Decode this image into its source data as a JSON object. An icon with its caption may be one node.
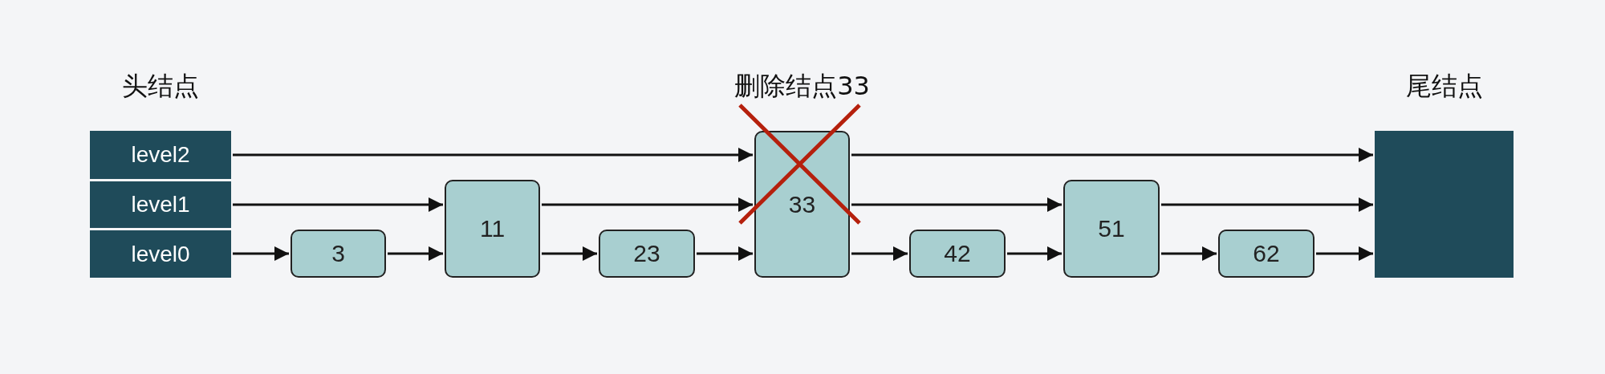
{
  "diagram": {
    "nodes": [
      {
        "text": [
          "level2"
        ]
      },
      {
        "text": [
          "level1"
        ]
      },
      {
        "text": [
          "level0"
        ]
      },
      {
        "text": [
          "3"
        ]
      },
      {
        "text": [
          "11"
        ]
      },
      {
        "text": [
          "23"
        ]
      },
      {
        "text": [
          "33"
        ],
        "beside": [
          "删除结点33"
        ]
      },
      {
        "text": [
          "42"
        ]
      },
      {
        "text": [
          "51"
        ]
      },
      {
        "text": [
          "62"
        ]
      },
      {
        "text": [],
        "shape": "box",
        "beside": [
          "尾结点"
        ]
      }
    ],
    "edges": [
      {
        "from": 0,
        "to": 6,
        "arrow": "to"
      },
      {
        "from": 6,
        "to": 10,
        "arrow": "to"
      },
      {
        "from": 1,
        "to": 4,
        "arrow": "to"
      },
      {
        "from": 4,
        "to": 6,
        "arrow": "to"
      },
      {
        "from": 6,
        "to": 8,
        "arrow": "to"
      },
      {
        "from": 8,
        "to": 10,
        "arrow": "to"
      },
      {
        "from": 2,
        "to": 3,
        "arrow": "to"
      },
      {
        "from": 3,
        "to": 4,
        "arrow": "to"
      },
      {
        "from": 4,
        "to": 5,
        "arrow": "to"
      },
      {
        "from": 5,
        "to": 6,
        "arrow": "to"
      },
      {
        "from": 6,
        "to": 7,
        "arrow": "to"
      },
      {
        "from": 7,
        "to": 8,
        "arrow": "to"
      },
      {
        "from": 8,
        "to": 9,
        "arrow": "to"
      },
      {
        "from": 9,
        "to": 10,
        "arrow": "to"
      }
    ],
    "labels": [
      "头结点"
    ]
  }
}
